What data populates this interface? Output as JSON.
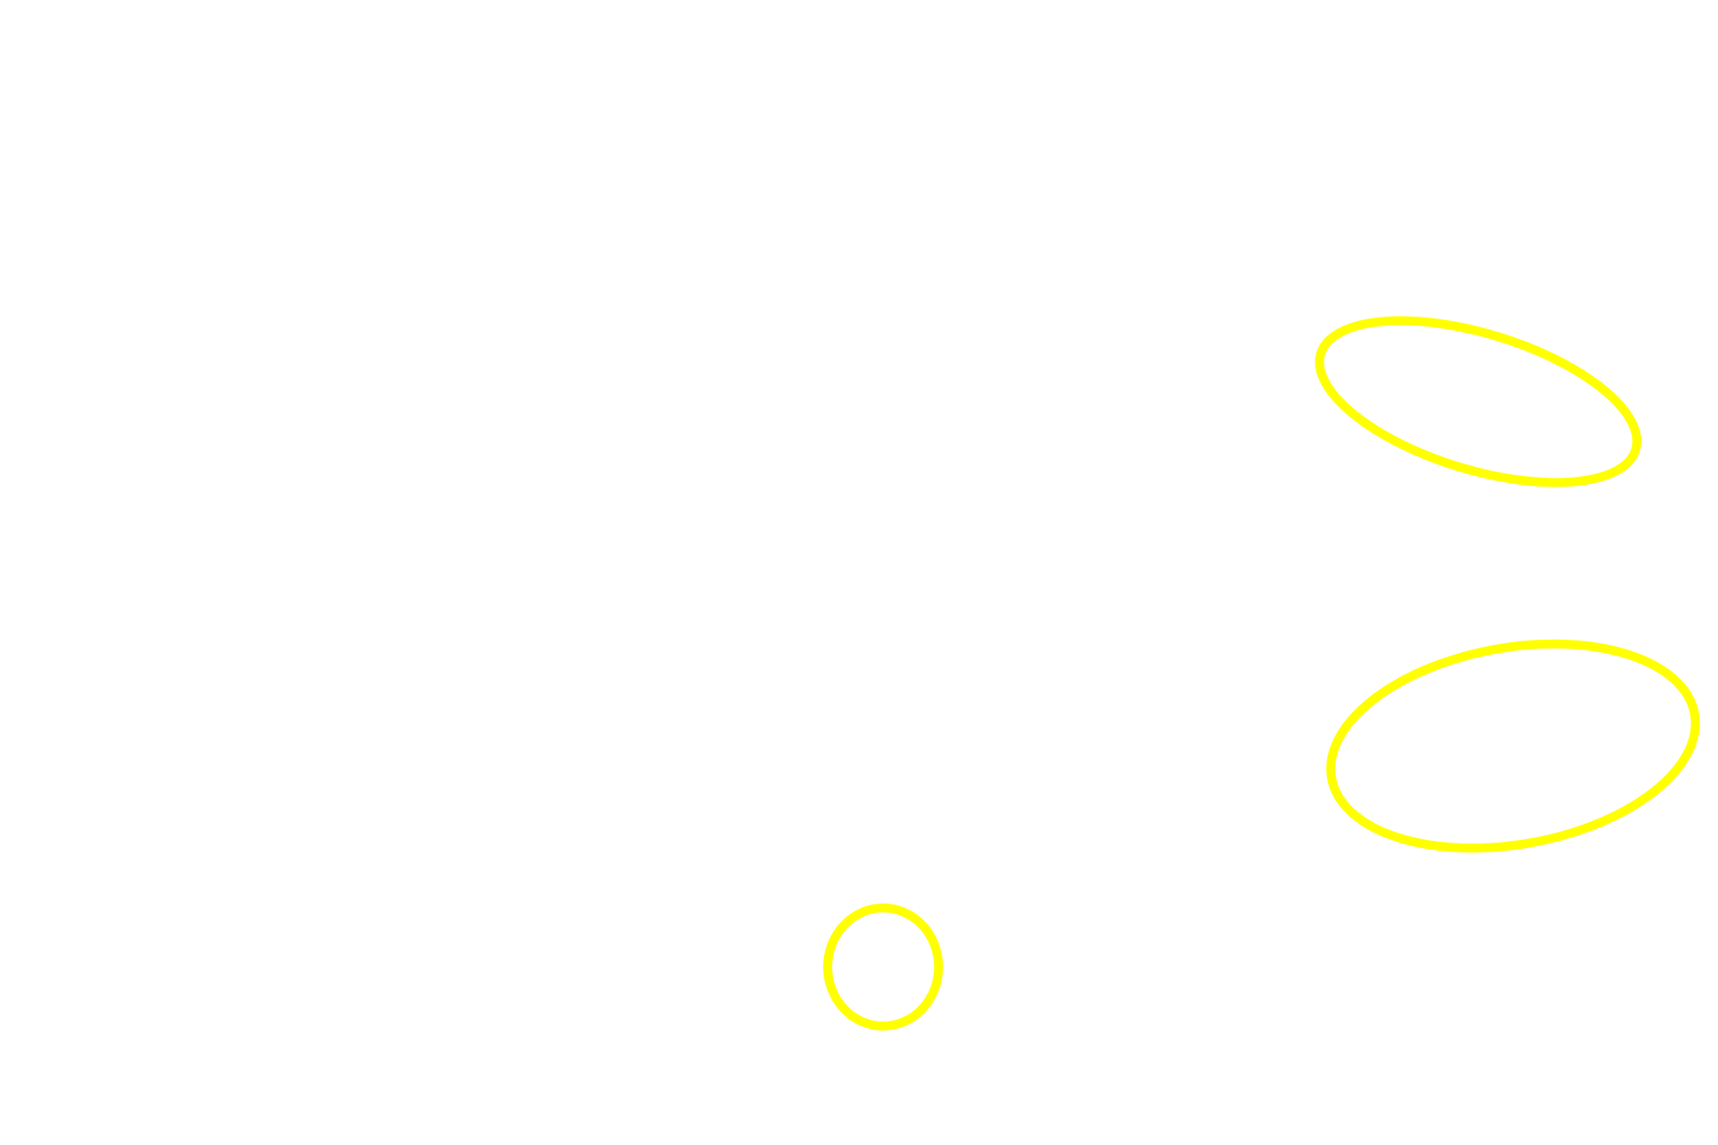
{
  "canvas": {
    "background": "#ffffff",
    "stroke_color": "#ffff00"
  },
  "shapes": [
    {
      "type": "ellipse",
      "name": "upper-right-ellipse"
    },
    {
      "type": "ellipse",
      "name": "lower-right-ellipse"
    },
    {
      "type": "ellipse",
      "name": "bottom-center-circle"
    }
  ]
}
